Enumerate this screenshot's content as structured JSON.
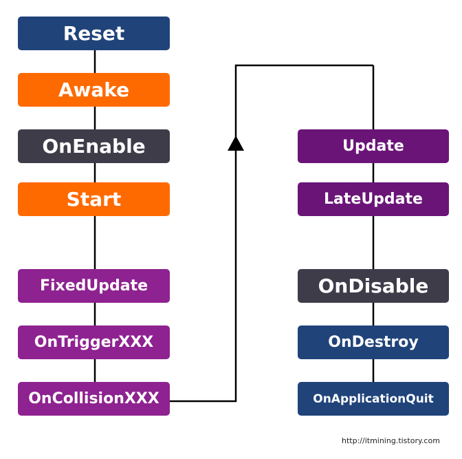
{
  "left_column": {
    "reset": "Reset",
    "awake": "Awake",
    "on_enable": "OnEnable",
    "start": "Start",
    "fixed_update": "FixedUpdate",
    "on_trigger": "OnTriggerXXX",
    "on_collision": "OnCollisionXXX"
  },
  "right_column": {
    "update": "Update",
    "late_update": "LateUpdate",
    "on_disable": "OnDisable",
    "on_destroy": "OnDestroy",
    "on_application_quit": "OnApplicationQuit"
  },
  "credit": "http://itmining.tistory.com",
  "colors": {
    "navy": "#20437a",
    "orange": "#ff6a00",
    "dark": "#3f3c4a",
    "magenta": "#8e2290",
    "purple": "#6a1478",
    "line": "#000000"
  }
}
